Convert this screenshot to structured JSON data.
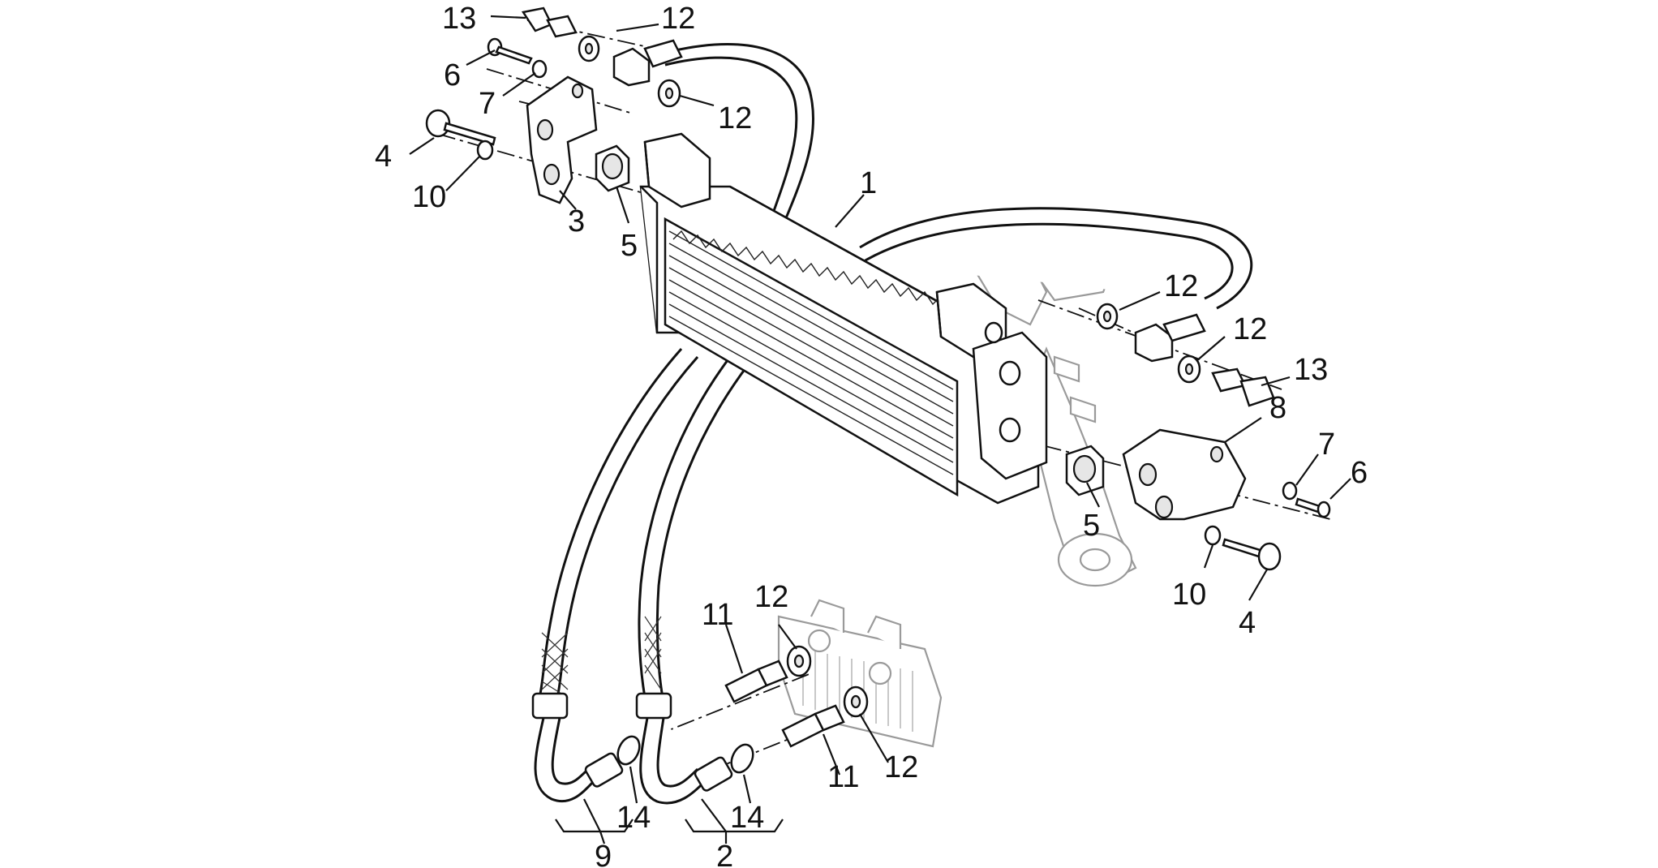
{
  "diagram": {
    "labels": {
      "l_13_top": "13",
      "l_12_top": "12",
      "l_6_left": "6",
      "l_7_left": "7",
      "l_12_upper_mid": "12",
      "l_4_left": "4",
      "l_10_left": "10",
      "l_3": "3",
      "l_5_left": "5",
      "l_1": "1",
      "l_12_right_a": "12",
      "l_12_right_b": "12",
      "l_13_right": "13",
      "l_8": "8",
      "l_7_right": "7",
      "l_6_right": "6",
      "l_5_right": "5",
      "l_10_right": "10",
      "l_4_right": "4",
      "l_11_upper": "11",
      "l_12_lower_a": "12",
      "l_11_lower": "11",
      "l_12_lower_b": "12",
      "l_14_left": "14",
      "l_14_right": "14",
      "l_9": "9",
      "l_2": "2"
    }
  }
}
